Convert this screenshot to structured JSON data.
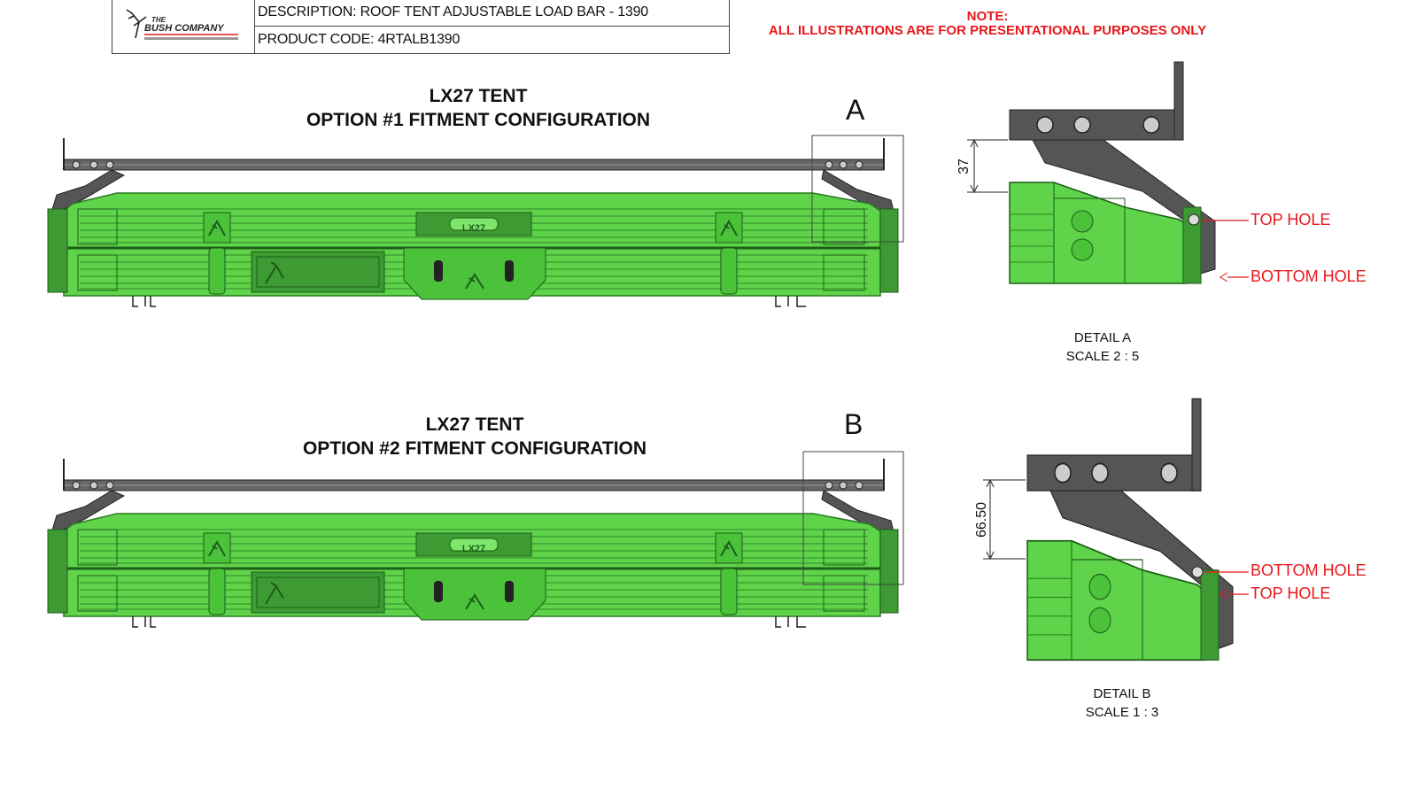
{
  "title_block": {
    "logo_text": "THE BUSH COMPANY",
    "description": "DESCRIPTION: ROOF TENT ADJUSTABLE LOAD BAR - 1390",
    "product_code": "PRODUCT CODE: 4RTALB1390"
  },
  "note": {
    "heading": "NOTE:",
    "text": "ALL ILLUSTRATIONS ARE FOR PRESENTATIONAL PURPOSES ONLY"
  },
  "views": [
    {
      "title_line1": "LX27 TENT",
      "title_line2": "OPTION #1 FITMENT CONFIGURATION",
      "callout": "A",
      "badge": "LX27"
    },
    {
      "title_line1": "LX27 TENT",
      "title_line2": "OPTION #2 FITMENT CONFIGURATION",
      "callout": "B",
      "badge": "LX27"
    }
  ],
  "details": [
    {
      "name": "DETAIL A",
      "scale": "SCALE 2 : 5",
      "dimension": "37",
      "upper_label": "TOP HOLE",
      "lower_label": "BOTTOM HOLE"
    },
    {
      "name": "DETAIL B",
      "scale": "SCALE 1 : 3",
      "dimension": "66.50",
      "upper_label": "BOTTOM HOLE",
      "lower_label": "TOP HOLE"
    }
  ],
  "colors": {
    "tent_green": "#5fd34a",
    "tent_dark": "#2a7a22",
    "bracket": "#555555",
    "annotation_red": "#e8161b"
  }
}
